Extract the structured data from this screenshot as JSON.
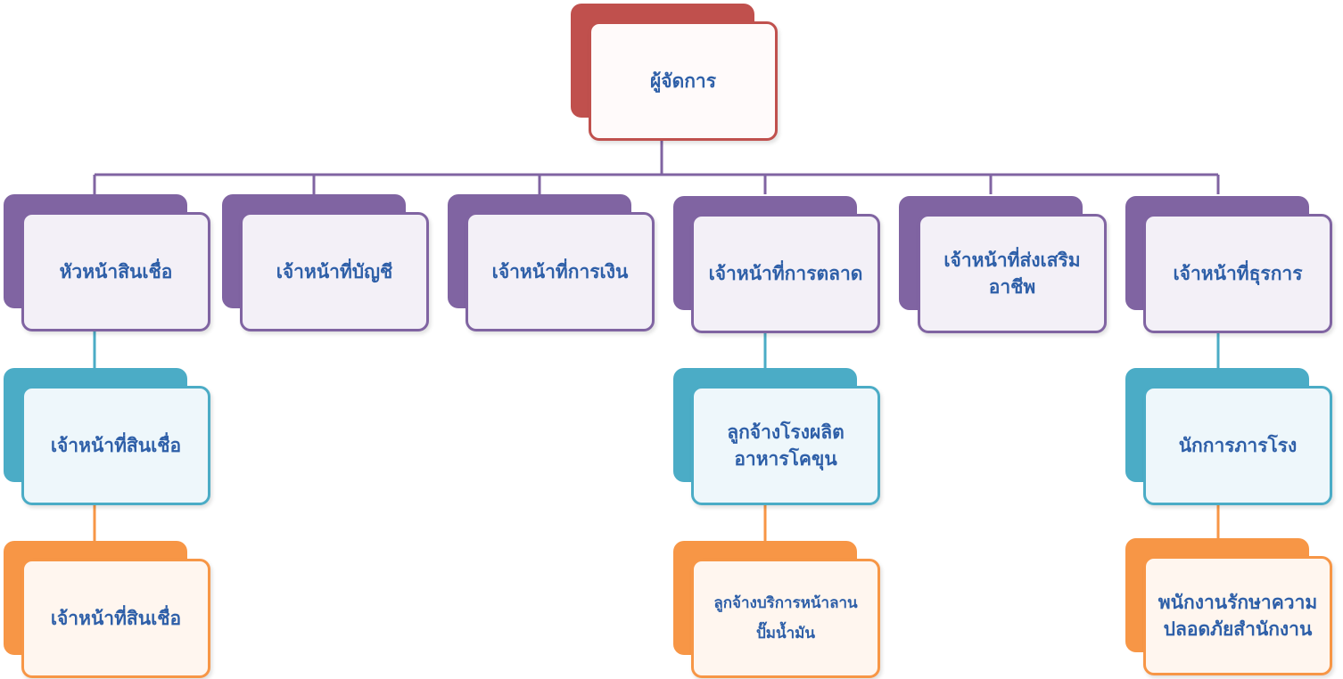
{
  "manager": {
    "label": "ผู้จัดการ"
  },
  "departments": [
    {
      "label": "หัวหน้าสินเชื่อ"
    },
    {
      "label": "เจ้าหน้าที่บัญชี"
    },
    {
      "label": "เจ้าหน้าที่การเงิน"
    },
    {
      "label": "เจ้าหน้าที่การตลาด"
    },
    {
      "label": "เจ้าหน้าที่ส่งเสริมอาชีพ"
    },
    {
      "label": "เจ้าหน้าที่ธุรการ"
    }
  ],
  "level3": [
    {
      "label": "เจ้าหน้าที่สินเชื่อ"
    },
    {
      "label": "ลูกจ้างโรงผลิตอาหารโคขุน"
    },
    {
      "label": "นักการภารโรง"
    }
  ],
  "level4": [
    {
      "label": "เจ้าหน้าที่สินเชื่อ"
    },
    {
      "label": "ลูกจ้างบริการหน้าลานปั๊มน้ำมัน"
    },
    {
      "label": "พนักงานรักษาความปลอดภัยสำนักงาน"
    }
  ],
  "colors": {
    "manager": "#c0504d",
    "department": "#8064a2",
    "level3": "#4bacc6",
    "level4": "#f79646",
    "text": "#2e5fa8"
  }
}
